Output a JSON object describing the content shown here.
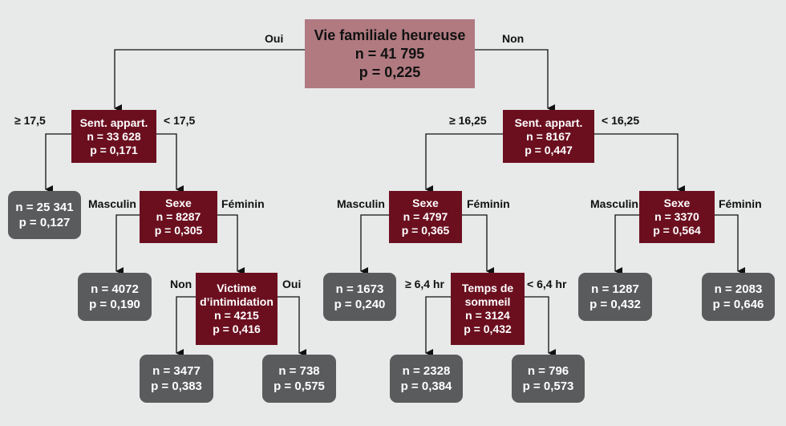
{
  "root": {
    "title": "Vie familiale heureuse",
    "n": "n = 41 795",
    "p": "p = 0,225",
    "yes": "Oui",
    "no": "Non"
  },
  "a": {
    "title": "Sent. appart.",
    "n": "n = 33 628",
    "p": "p = 0,171",
    "left": "≥ 17,5",
    "right": "< 17,5"
  },
  "a_leaf": {
    "n": "n = 25 341",
    "p": "p = 0,127"
  },
  "a_sexe": {
    "title": "Sexe",
    "n": "n = 8287",
    "p": "p = 0,305",
    "left": "Masculin",
    "right": "Féminin"
  },
  "a_sexe_leaf": {
    "n": "n = 4072",
    "p": "p = 0,190"
  },
  "victime": {
    "title1": "Victime",
    "title2": "d’intimidation",
    "n": "n = 4215",
    "p": "p = 0,416",
    "left": "Non",
    "right": "Oui"
  },
  "victime_no": {
    "n": "n = 3477",
    "p": "p = 0,383"
  },
  "victime_yes": {
    "n": "n = 738",
    "p": "p = 0,575"
  },
  "b": {
    "title": "Sent. appart.",
    "n": "n = 8167",
    "p": "p = 0,447",
    "left": "≥ 16,25",
    "right": "< 16,25"
  },
  "b_sexe": {
    "title": "Sexe",
    "n": "n = 4797",
    "p": "p = 0,365",
    "left": "Masculin",
    "right": "Féminin"
  },
  "b_sexe_leaf": {
    "n": "n = 1673",
    "p": "p = 0,240"
  },
  "sommeil": {
    "title1": "Temps de",
    "title2": "sommeil",
    "n": "n = 3124",
    "p": "p = 0,432",
    "left": "≥ 6,4 hr",
    "right": "< 6,4 hr"
  },
  "sommeil_ge": {
    "n": "n = 2328",
    "p": "p = 0,384"
  },
  "sommeil_lt": {
    "n": "n = 796",
    "p": "p = 0,573"
  },
  "c_sexe": {
    "title": "Sexe",
    "n": "n = 3370",
    "p": "p = 0,564",
    "left": "Masculin",
    "right": "Féminin"
  },
  "c_m": {
    "n": "n = 1287",
    "p": "p = 0,432"
  },
  "c_f": {
    "n": "n = 2083",
    "p": "p = 0,646"
  }
}
